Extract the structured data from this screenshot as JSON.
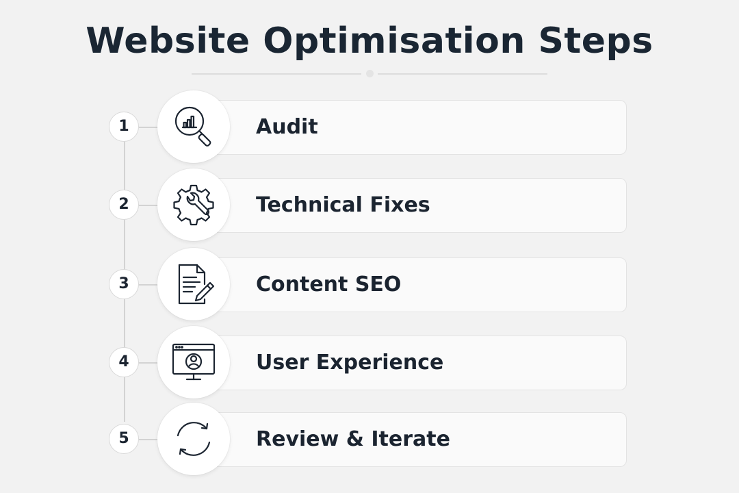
{
  "title": "Website Optimisation Steps",
  "steps": [
    {
      "number": "1",
      "label": "Audit",
      "icon": "magnifier-chart-icon"
    },
    {
      "number": "2",
      "label": "Technical Fixes",
      "icon": "gear-wrench-icon"
    },
    {
      "number": "3",
      "label": "Content SEO",
      "icon": "document-pencil-icon"
    },
    {
      "number": "4",
      "label": "User Experience",
      "icon": "browser-user-icon"
    },
    {
      "number": "5",
      "label": "Review & Iterate",
      "icon": "refresh-cycle-icon"
    }
  ],
  "colors": {
    "background": "#f2f2f2",
    "text": "#1b2430",
    "card": "#fafafa",
    "card_border": "#e3e3e3",
    "timeline": "#d3d3d3"
  }
}
